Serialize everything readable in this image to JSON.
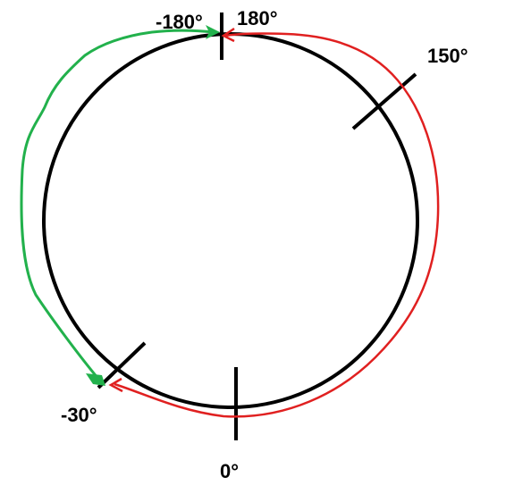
{
  "labels": {
    "top_left": "-180°",
    "top_right": "180°",
    "upper_right": "150°",
    "lower_left": "-30°",
    "bottom": "0°"
  },
  "colors": {
    "circle": "#000000",
    "ticks": "#000000",
    "positive_arc": "#e02020",
    "negative_arc": "#22b14c"
  }
}
